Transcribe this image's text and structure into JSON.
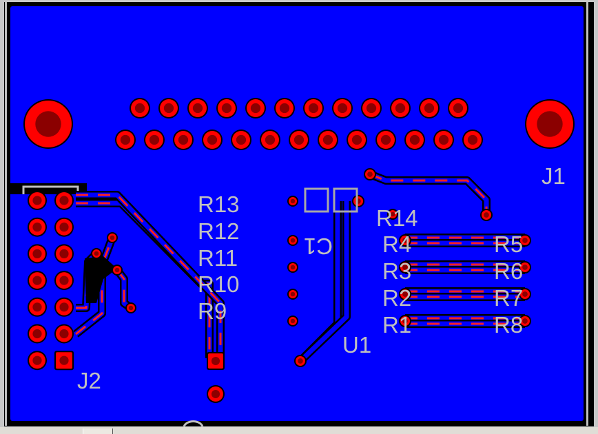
{
  "app": {
    "view": "PCB layout editor - bottom layer view",
    "colors": {
      "board": "#0000ff",
      "outline_black": "#000000",
      "outline_gray": "#c0c0c0",
      "pad": "#ff0000",
      "hole": "#8b0000",
      "silkscreen": "#c0c0c0",
      "trace": "#0000ff",
      "trace_edge": "#000000",
      "trace_dash": "#ff2020"
    }
  },
  "components": {
    "J1": {
      "label": "J1",
      "type": "DB25 connector",
      "row1_pins": 12,
      "row2_pins": 13
    },
    "J2": {
      "label": "J2",
      "type": "2x7 header",
      "pins": 14
    },
    "U1": {
      "label": "U1",
      "type": "IC, 5-pin"
    },
    "C1": {
      "label": "C1"
    },
    "resistors": [
      {
        "label": "R13"
      },
      {
        "label": "R12"
      },
      {
        "label": "R11"
      },
      {
        "label": "R10"
      },
      {
        "label": "R9"
      },
      {
        "label": "R14"
      },
      {
        "label": "R4"
      },
      {
        "label": "R5"
      },
      {
        "label": "R3"
      },
      {
        "label": "R6"
      },
      {
        "label": "R2"
      },
      {
        "label": "R7"
      },
      {
        "label": "R1"
      },
      {
        "label": "R8"
      }
    ]
  },
  "scrollbar": {
    "horizontal": true
  }
}
